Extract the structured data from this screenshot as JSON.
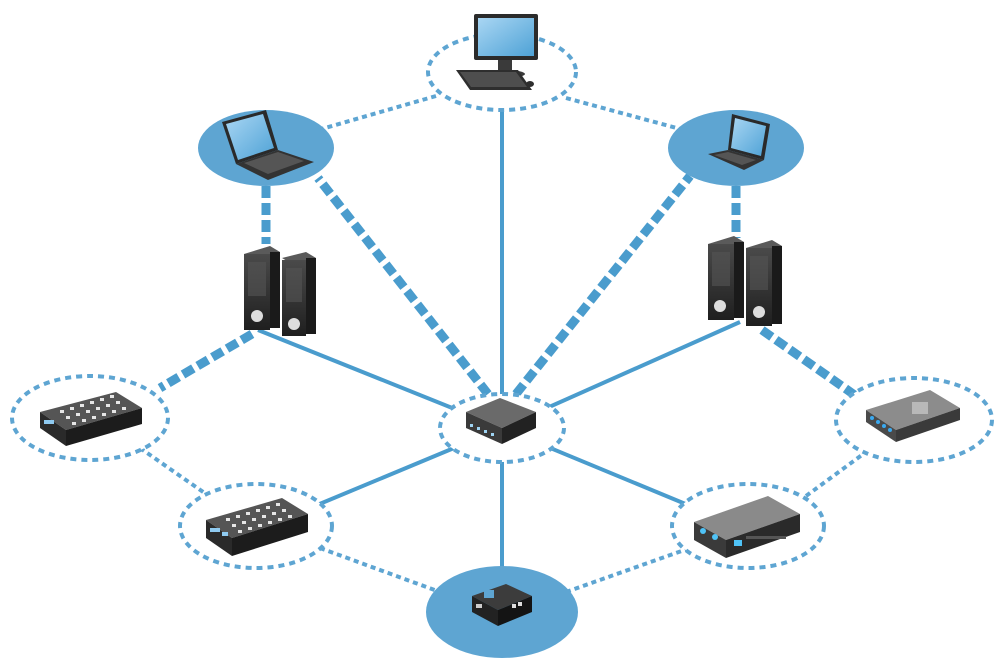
{
  "colors": {
    "accent": "#5ea5d2",
    "link": "#4a9ccd",
    "dashed": "#5ea5d2",
    "node_fill": "#5ea5d2"
  },
  "hub": {
    "icon": "network-switch-icon"
  },
  "nodes": [
    {
      "id": "top",
      "icon": "desktop-computer-icon",
      "style": "dashed-ring"
    },
    {
      "id": "upper-left",
      "icon": "laptop-icon",
      "style": "filled-disc"
    },
    {
      "id": "upper-right",
      "icon": "laptop-icon",
      "style": "filled-disc"
    },
    {
      "id": "left",
      "icon": "network-switch-icon",
      "style": "dashed-ring"
    },
    {
      "id": "lower-left",
      "icon": "network-switch-icon",
      "style": "dashed-ring"
    },
    {
      "id": "bottom",
      "icon": "router-icon",
      "style": "filled-disc"
    },
    {
      "id": "lower-right",
      "icon": "server-appliance-icon",
      "style": "dashed-ring"
    },
    {
      "id": "right",
      "icon": "router-icon",
      "style": "dashed-ring"
    }
  ],
  "servers": [
    {
      "id": "server-left",
      "icon": "tower-server-icon"
    },
    {
      "id": "server-right",
      "icon": "tower-server-icon"
    }
  ],
  "links": {
    "solid": [
      "hub-top",
      "hub-bottom",
      "hub-lower-left",
      "hub-lower-right",
      "hub-server-left",
      "hub-server-right"
    ],
    "thick_dashed": [
      "hub-upper-left",
      "hub-upper-right",
      "upper-left-server-left",
      "upper-right-server-right",
      "server-left-left",
      "server-right-right"
    ],
    "thin_dashed": [
      "top-upper-left",
      "top-upper-right",
      "left-lower-left",
      "lower-left-bottom",
      "bottom-lower-right",
      "lower-right-right"
    ]
  }
}
